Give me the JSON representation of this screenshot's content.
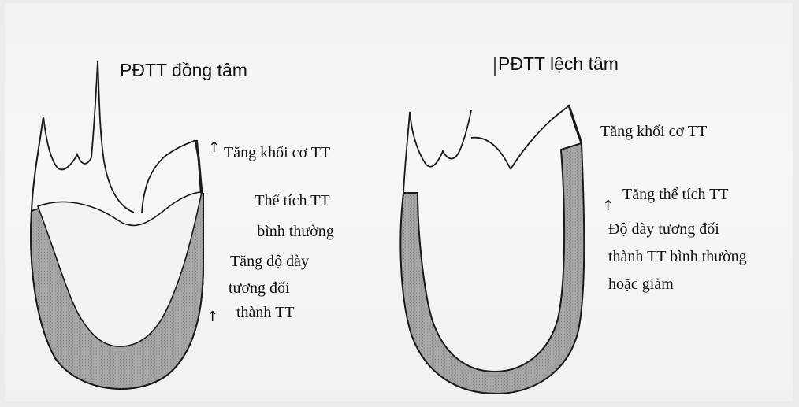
{
  "left_panel": {
    "title": "PĐTT đồng tâm",
    "label_mass": "Tăng khối cơ TT",
    "label_volume_line1": "Thể tích TT",
    "label_volume_line2": "bình thường",
    "label_thickness_line1": "Tăng độ dày",
    "label_thickness_line2": "tương đối",
    "label_thickness_line3": "thành TT",
    "arrow_glyph": "↑"
  },
  "right_panel": {
    "title": "PĐTT lệch tâm",
    "label_mass": "Tăng khối cơ TT",
    "label_volume": "Tăng thể tích TT",
    "label_thickness_line1": "Độ dày tương đối",
    "label_thickness_line2": "thành TT bình thường",
    "label_thickness_line3": "hoặc giảm",
    "arrow_glyph": "↑"
  },
  "colors": {
    "wall_fill": "#a2a2a2",
    "outline": "#1a1a1a",
    "background": "#f2f2f2"
  }
}
